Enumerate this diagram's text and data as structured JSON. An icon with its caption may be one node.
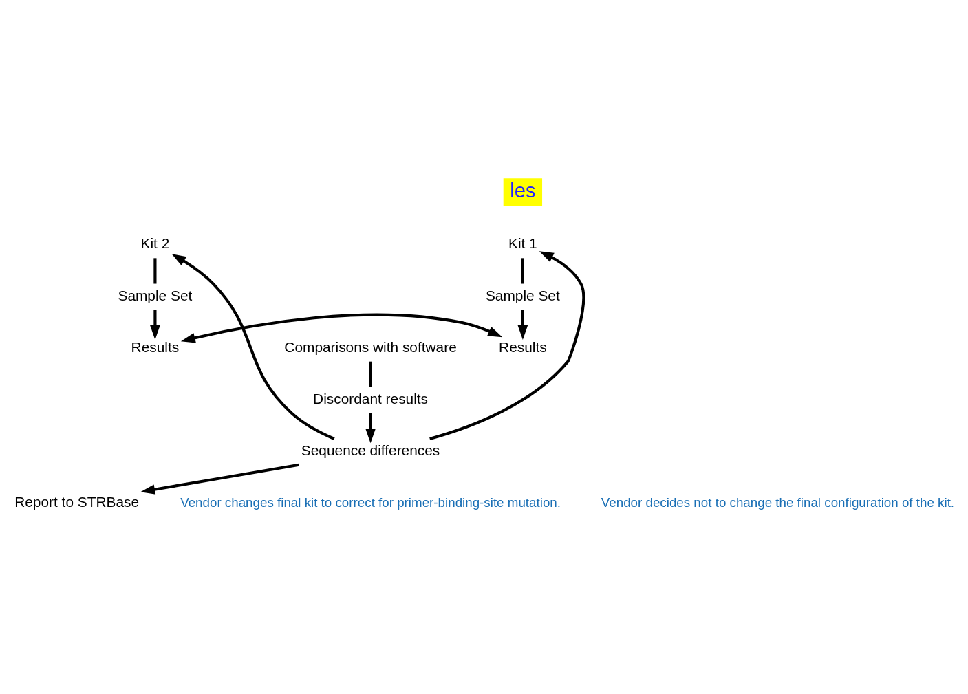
{
  "diagram": {
    "nodes": [
      {
        "text": [
          "Kit 1"
        ]
      },
      {
        "text": [
          "Sample Set"
        ]
      },
      {
        "text": [
          "Results"
        ]
      },
      {
        "text": [
          "Kit 2"
        ]
      },
      {
        "text": [
          "Sample Set"
        ]
      },
      {
        "text": [
          "Results"
        ]
      },
      {
        "text": [
          "Comparisons with software"
        ]
      },
      {
        "text": [
          "Discordant results"
        ]
      },
      {
        "text": [
          "Sequence differences"
        ]
      },
      {
        "text": [
          "Report to STRBase"
        ]
      }
    ],
    "edges": [
      {
        "from": 0,
        "to": 1,
        "arrow": "none"
      },
      {
        "from": 1,
        "to": 2,
        "arrow": "to"
      },
      {
        "from": 3,
        "to": 4,
        "arrow": "none"
      },
      {
        "from": 4,
        "to": 5,
        "arrow": "to"
      },
      {
        "from": 2,
        "to": 5,
        "arrow": "both"
      },
      {
        "from": 6,
        "to": 7,
        "arrow": "none"
      },
      {
        "from": 7,
        "to": 8,
        "arrow": "to"
      },
      {
        "from": 8,
        "to": 9,
        "arrow": "to"
      },
      {
        "from": 8,
        "to": 0,
        "arrow": "to"
      },
      {
        "from": 8,
        "to": 3,
        "arrow": "to"
      }
    ],
    "labels": [
      "les",
      "Vendor changes final kit to correct for primer-binding-site mutation.",
      "Vendor decides not to change the final configuration of the kit."
    ]
  }
}
